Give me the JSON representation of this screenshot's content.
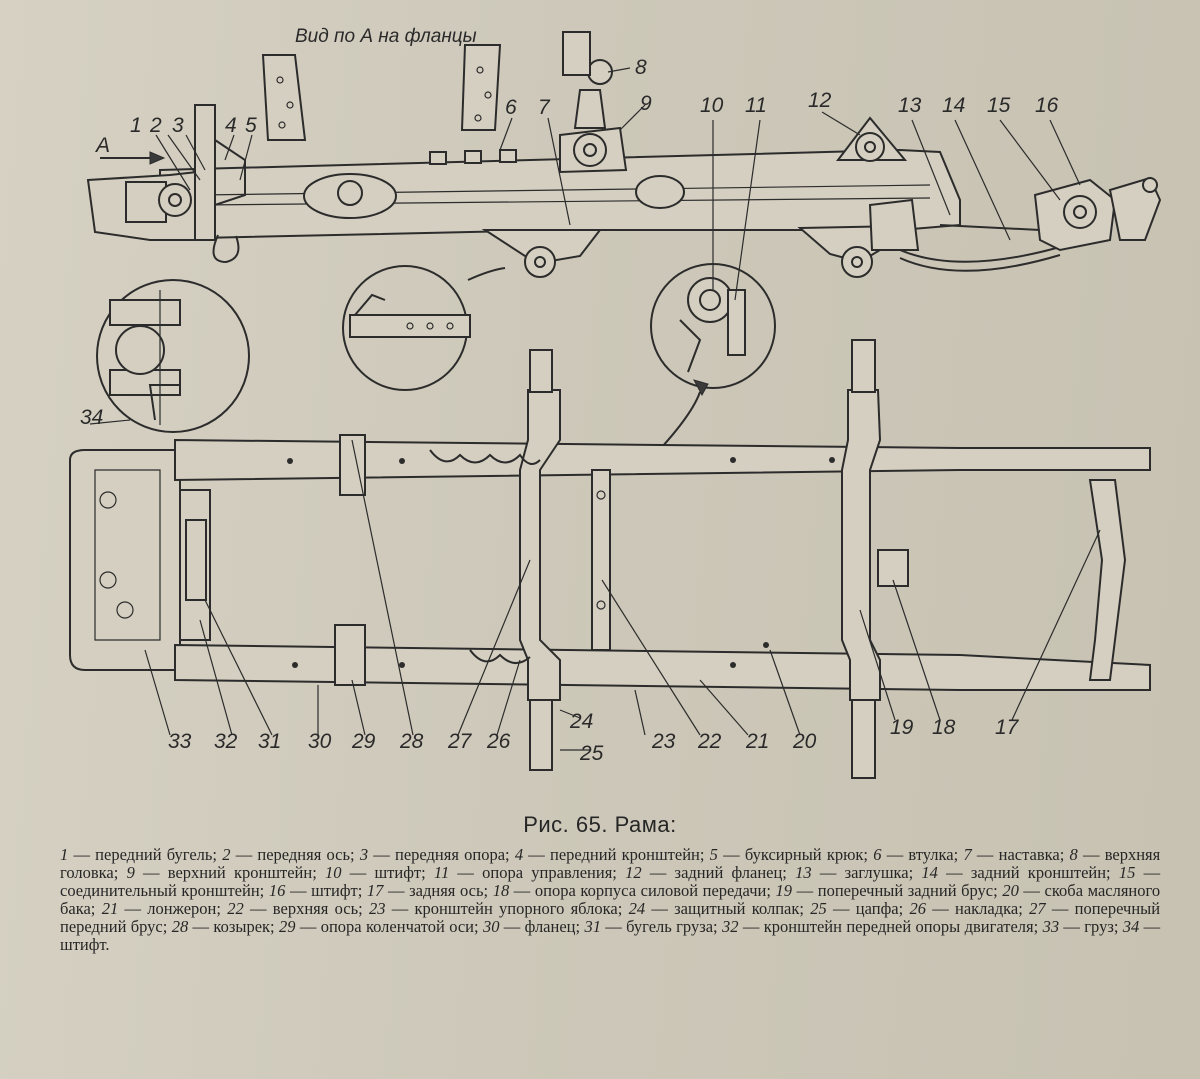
{
  "view_label": "Вид по А на фланцы",
  "arrow_label": "А",
  "top_labels": [
    "1",
    "2",
    "3",
    "4",
    "5",
    "6",
    "7",
    "8",
    "9",
    "10",
    "11",
    "12",
    "13",
    "14",
    "15",
    "16"
  ],
  "left_label": "34",
  "bottom_labels": [
    "33",
    "32",
    "31",
    "30",
    "29",
    "28",
    "27",
    "26",
    "25",
    "24",
    "23",
    "22",
    "21",
    "20",
    "19",
    "18",
    "17"
  ],
  "caption": "Рис. 65. Рама:",
  "legend": [
    {
      "n": "1",
      "t": "передний бугель;"
    },
    {
      "n": "2",
      "t": "передняя ось;"
    },
    {
      "n": "3",
      "t": "передняя опора;"
    },
    {
      "n": "4",
      "t": "передний кронштейн;"
    },
    {
      "n": "5",
      "t": "буксирный крюк;"
    },
    {
      "n": "6",
      "t": "втулка;"
    },
    {
      "n": "7",
      "t": "наставка;"
    },
    {
      "n": "8",
      "t": "верхняя головка;"
    },
    {
      "n": "9",
      "t": "верхний кронштейн;"
    },
    {
      "n": "10",
      "t": "штифт;"
    },
    {
      "n": "11",
      "t": "опора управления;"
    },
    {
      "n": "12",
      "t": "задний фланец;"
    },
    {
      "n": "13",
      "t": "заглушка;"
    },
    {
      "n": "14",
      "t": "задний кронштейн;"
    },
    {
      "n": "15",
      "t": "соединительный кронштейн;"
    },
    {
      "n": "16",
      "t": "штифт;"
    },
    {
      "n": "17",
      "t": "задняя ось;"
    },
    {
      "n": "18",
      "t": "опора корпуса силовой передачи;"
    },
    {
      "n": "19",
      "t": "поперечный задний брус;"
    },
    {
      "n": "20",
      "t": "скоба масляного бака;"
    },
    {
      "n": "21",
      "t": "лонжерон;"
    },
    {
      "n": "22",
      "t": "верхняя ось;"
    },
    {
      "n": "23",
      "t": "кронштейн упорного яблока;"
    },
    {
      "n": "24",
      "t": "защитный колпак;"
    },
    {
      "n": "25",
      "t": "цапфа;"
    },
    {
      "n": "26",
      "t": "накладка;"
    },
    {
      "n": "27",
      "t": "поперечный передний брус;"
    },
    {
      "n": "28",
      "t": "козырек;"
    },
    {
      "n": "29",
      "t": "опора коленчатой оси;"
    },
    {
      "n": "30",
      "t": "фланец;"
    },
    {
      "n": "31",
      "t": "бугель груза;"
    },
    {
      "n": "32",
      "t": "кронштейн передней опоры двигателя;"
    },
    {
      "n": "33",
      "t": "груз;"
    },
    {
      "n": "34",
      "t": "штифт."
    }
  ]
}
